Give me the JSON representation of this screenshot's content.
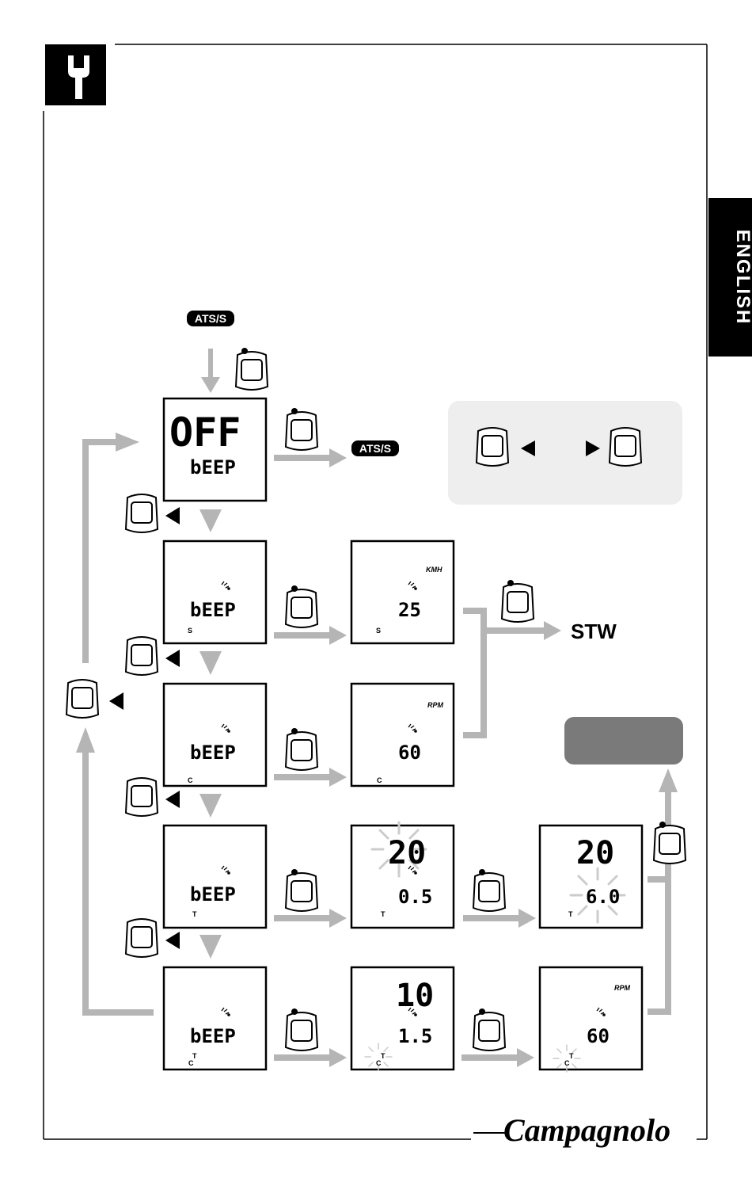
{
  "language_tab": "ENGLISH",
  "mode_badge": "ATS/S",
  "stw_label": "STW",
  "brand": "Campagnolo",
  "screens": {
    "s1": {
      "main": "OFF",
      "sub": "bEEP"
    },
    "s2": {
      "sub": "bEEP",
      "corner": "S"
    },
    "s3": {
      "sub": "bEEP",
      "corner": "C"
    },
    "s4": {
      "sub": "bEEP",
      "corner": "T"
    },
    "s5": {
      "sub": "bEEP",
      "corner": "C",
      "corner2": "T"
    },
    "r2": {
      "unit": "KMH",
      "value": "25",
      "corner": "S"
    },
    "r3": {
      "unit": "RPM",
      "value": "60",
      "corner": "C"
    },
    "r4": {
      "top": "20",
      "value": "0.5",
      "corner": "T"
    },
    "r4b": {
      "top": "20",
      "value": "6.0",
      "corner": "T"
    },
    "r5": {
      "top": "10",
      "value": "1.5",
      "corner": "C",
      "corner2": "T"
    },
    "r5b": {
      "unit": "RPM",
      "value": "60",
      "corner": "C",
      "corner2": "T"
    }
  }
}
